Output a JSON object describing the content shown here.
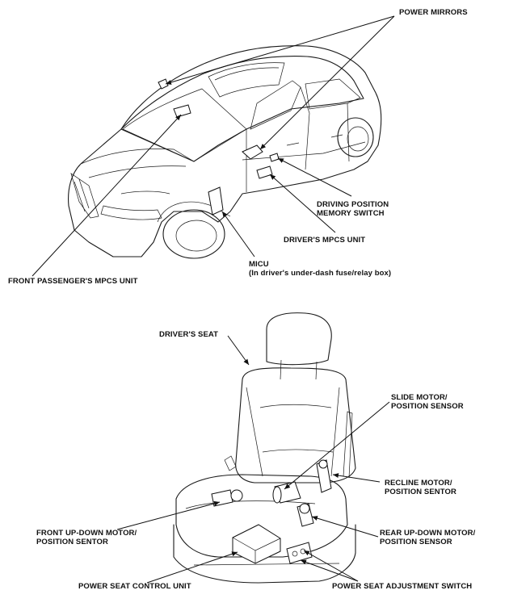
{
  "car_labels": {
    "power_mirrors": "POWER MIRRORS",
    "driving_position_memory_switch": [
      "DRIVING POSITION",
      "MEMORY SWITCH"
    ],
    "drivers_mpcs_unit": "DRIVER'S MPCS UNIT",
    "micu": [
      "MICU",
      "(In driver's under-dash fuse/relay box)"
    ],
    "front_passengers_mpcs_unit": "FRONT PASSENGER'S MPCS UNIT"
  },
  "seat_labels": {
    "drivers_seat": "DRIVER'S SEAT",
    "slide_motor": [
      "SLIDE MOTOR/",
      "POSITION SENSOR"
    ],
    "recline_motor": [
      "RECLINE MOTOR/",
      "POSITION SENTOR"
    ],
    "front_up_down_motor": [
      "FRONT UP-DOWN MOTOR/",
      "POSITION SENTOR"
    ],
    "rear_up_down_motor": [
      "REAR UP-DOWN MOTOR/",
      "POSITION SENSOR"
    ],
    "power_seat_control_unit": "POWER SEAT CONTROL UNIT",
    "power_seat_adjustment_switch": "POWER SEAT ADJUSTMENT SWITCH"
  }
}
